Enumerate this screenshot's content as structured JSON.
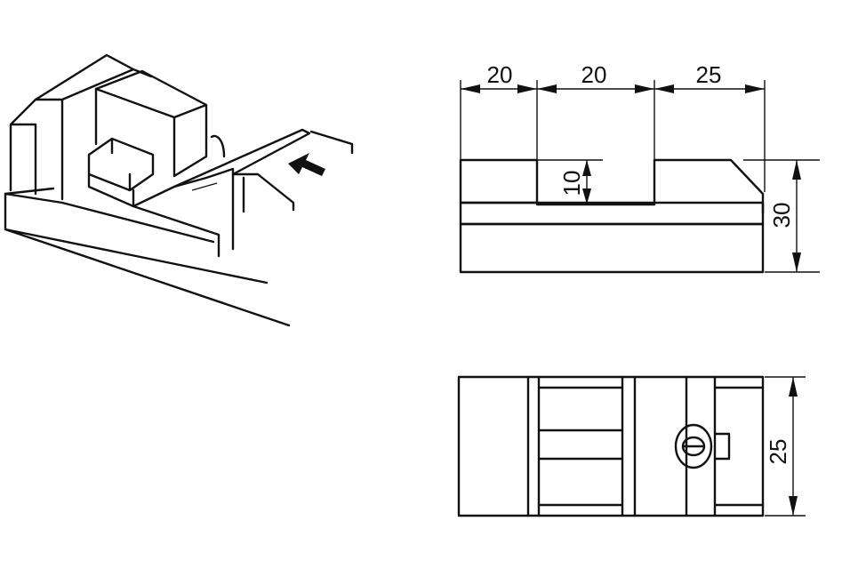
{
  "dimensions": {
    "top_width_1": "20",
    "top_width_2": "20",
    "top_width_3": "25",
    "slot_depth": "10",
    "total_height": "30",
    "depth": "25"
  },
  "colors": {
    "ink": "#111111",
    "paper": "#ffffff"
  }
}
